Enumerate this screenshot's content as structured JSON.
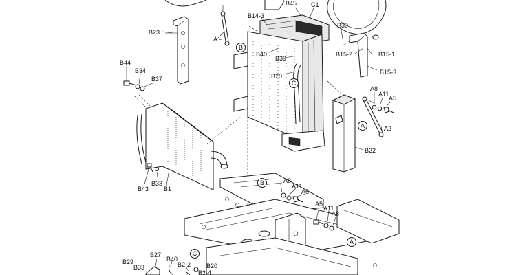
{
  "labels": {
    "B45": "B45",
    "C1": "C1",
    "B14_3": "B14-3",
    "B39_top": "B39",
    "A1": "A1",
    "B23": "B23",
    "B40_top": "B40",
    "B39_mid": "B39",
    "B20_top": "B20",
    "B15_2": "B15-2",
    "B15_1": "B15-1",
    "B15_3": "B15-3",
    "B44": "B44",
    "B34": "B34",
    "B37": "B37",
    "A8_top": "A8",
    "A11_top": "A11",
    "A5_top": "A5",
    "A2": "A2",
    "B22": "B22",
    "B43": "B43",
    "B33_mid": "B33",
    "B1": "B1",
    "A8_mid": "A8",
    "A11_mid": "A11",
    "A5_mid": "A5",
    "A5_low": "A5",
    "A11_low": "A11",
    "A8_low": "A8",
    "B29": "B29",
    "B33_bot": "B33",
    "B27": "B27",
    "B40_bot": "B40",
    "B2_2": "B2-2",
    "B20_bot": "B20",
    "B2_4": "B2-4"
  },
  "callouts": {
    "B_top": "B",
    "C_mid": "C",
    "A_right": "A",
    "B_mid": "B",
    "A_low": "A",
    "C_bot": "C"
  }
}
